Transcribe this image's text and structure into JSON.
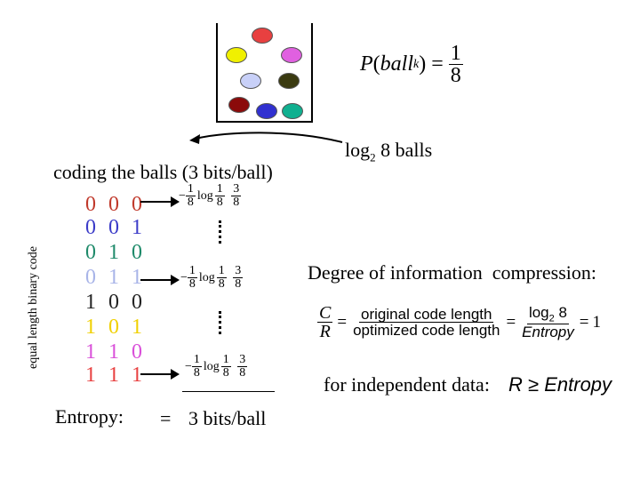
{
  "probability": {
    "lhs_p": "P",
    "lhs_ball": "ball",
    "lhs_sub": "k",
    "eq": "=",
    "num": "1",
    "den": "8"
  },
  "log_balls": {
    "log": "log",
    "base": "2",
    "rest": "8 balls"
  },
  "coding_title": "coding the balls (3 bits/ball)",
  "vertical_label": "equal length binary code",
  "codes": [
    {
      "text": "0 0 0",
      "color": "#C0392B"
    },
    {
      "text": "0 0 1",
      "color": "#3B3BC8"
    },
    {
      "text": "0 1 0",
      "color": "#1E8A6A"
    },
    {
      "text": "0 1 1",
      "color": "#A8B4E8"
    },
    {
      "text": "1 0 0",
      "color": "#222222"
    },
    {
      "text": "1 0 1",
      "color": "#F0D000"
    },
    {
      "text": "1 1 0",
      "color": "#D94FD9"
    },
    {
      "text": "1 1 1",
      "color": "#E84040"
    }
  ],
  "term": {
    "minus": "−",
    "num": "1",
    "den": "8",
    "log": "log",
    "num2": "1",
    "den2": "8",
    "num3": "3",
    "den3": "8"
  },
  "entropy": {
    "label": "Entropy:",
    "eq": "=",
    "value": "3 bits/ball"
  },
  "compression": {
    "title": "Degree of information  compression:",
    "c": "C",
    "r": "R",
    "eq1": "=",
    "num_text": "original code length",
    "den_text": "optimized code length",
    "eq2": "=",
    "log": "log",
    "log_base": "2",
    "log_arg": "8",
    "entropy_word": "Entropy",
    "eq3": "=",
    "one": "1"
  },
  "independent": {
    "label": "for independent data:",
    "r": "R",
    "ge": "≥",
    "entropy": "Entropy"
  },
  "balls": [
    {
      "name": "red-ball",
      "color": "#E84040"
    },
    {
      "name": "yellow-ball",
      "color": "#F0F000"
    },
    {
      "name": "magenta-ball",
      "color": "#E060E0"
    },
    {
      "name": "lavender-ball",
      "color": "#C8D0F8"
    },
    {
      "name": "olive-ball",
      "color": "#3A3A10"
    },
    {
      "name": "darkred-ball",
      "color": "#8B0A0A"
    },
    {
      "name": "blue-ball",
      "color": "#3030D0"
    },
    {
      "name": "green-ball",
      "color": "#10B090"
    }
  ]
}
